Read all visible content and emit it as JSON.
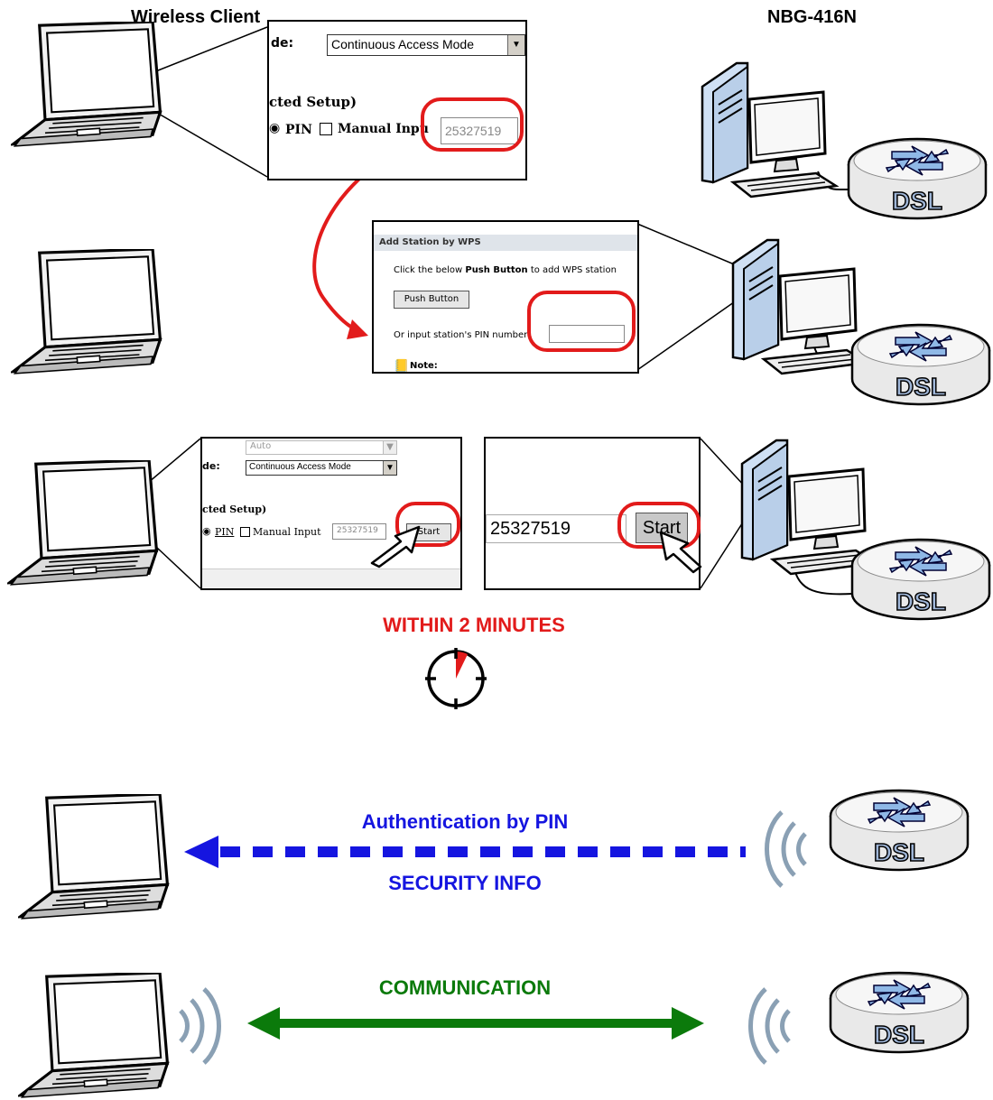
{
  "headers": {
    "client": "Wireless Client",
    "router": "NBG-416N"
  },
  "step1_panel": {
    "mode_label": "de:",
    "mode_value": "Continuous Access Mode",
    "setup_label": "cted Setup)",
    "pin_label": "PIN",
    "manual_label": "Manual Inpu",
    "pin_value": "25327519"
  },
  "step2_panel": {
    "title": "Add Station by WPS",
    "instruction_pre": "Click the below ",
    "instruction_bold": "Push Button",
    "instruction_post": " to add WPS station",
    "push_button": "Push Button",
    "pin_prompt": "Or input station's PIN number:",
    "pin_value": "",
    "note_label": "Note:"
  },
  "step3_client_panel": {
    "band_value": "Auto",
    "mode_label": "de:",
    "mode_value": "Continuous Access Mode",
    "setup_label": "cted Setup)",
    "pin_label": "PIN",
    "manual_label": "Manual Input",
    "pin_value": "25327519",
    "start_button": "Start"
  },
  "step3_router_panel": {
    "pin_value": "25327519",
    "start_button": "Start"
  },
  "timer_label": "WITHIN 2 MINUTES",
  "auth": {
    "label_top": "Authentication by PIN",
    "label_bottom": "SECURITY INFO"
  },
  "communication": {
    "label": "COMMUNICATION"
  },
  "router_badge": "DSL",
  "colors": {
    "red": "#e21b1b",
    "blue": "#1515e0",
    "green": "#0b7a0b"
  }
}
